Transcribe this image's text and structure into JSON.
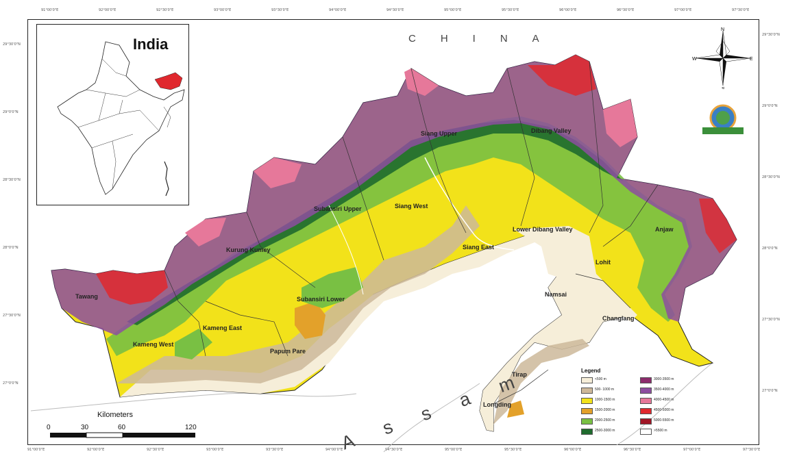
{
  "map": {
    "inset_title": "India",
    "country_label": "CHINA",
    "state_label": "Assam",
    "districts": [
      {
        "name": "Siang Upper"
      },
      {
        "name": "Dibang Valley"
      },
      {
        "name": "Subansiri Upper"
      },
      {
        "name": "Siang West"
      },
      {
        "name": "Lower Dibang Valley"
      },
      {
        "name": "Kurung Kumey"
      },
      {
        "name": "Siang East"
      },
      {
        "name": "Anjaw"
      },
      {
        "name": "Lohit"
      },
      {
        "name": "Tawang"
      },
      {
        "name": "Subansiri Lower"
      },
      {
        "name": "Namsai"
      },
      {
        "name": "Kameng East"
      },
      {
        "name": "Changlang"
      },
      {
        "name": "Kameng West"
      },
      {
        "name": "Papum Pare"
      },
      {
        "name": "Tirap"
      },
      {
        "name": "Longding"
      }
    ],
    "legend": {
      "title": "Legend",
      "items": [
        {
          "label": "<500 m",
          "color": "#f6eed9"
        },
        {
          "label": "500- 1000 m",
          "color": "#cdb89a"
        },
        {
          "label": "1000-1500 m",
          "color": "#f2e21a"
        },
        {
          "label": "1500-2000 m",
          "color": "#e3a12a"
        },
        {
          "label": "2000-2500 m",
          "color": "#79c043"
        },
        {
          "label": "2500-3000 m",
          "color": "#1f6b2e"
        },
        {
          "label": "3000-3500 m",
          "color": "#8c2c6c"
        },
        {
          "label": "3500-4000 m",
          "color": "#8d4ea0"
        },
        {
          "label": "4000-4500 m",
          "color": "#e6789a"
        },
        {
          "label": "4500-5000 m",
          "color": "#e0282e"
        },
        {
          "label": "5000-5500 m",
          "color": "#a11626"
        },
        {
          "label": ">5500 m",
          "color": "#ffffff"
        }
      ]
    },
    "scale": {
      "title": "Kilometers",
      "labels": [
        "0",
        "30",
        "60",
        "120"
      ]
    },
    "compass": {
      "n": "N",
      "s": "S",
      "e": "E",
      "w": "W"
    },
    "ticks_top": [
      "91°00'0\"E",
      "92°00'0\"E",
      "92°30'0\"E",
      "93°00'0\"E",
      "93°30'0\"E",
      "94°00'0\"E",
      "94°30'0\"E",
      "95°00'0\"E",
      "95°30'0\"E",
      "96°00'0\"E",
      "96°30'0\"E",
      "97°00'0\"E",
      "97°30'0\"E"
    ],
    "ticks_side": [
      "29°30'0\"N",
      "29°0'0\"N",
      "28°30'0\"N",
      "28°0'0\"N",
      "27°30'0\"N",
      "27°0'0\"N"
    ]
  }
}
